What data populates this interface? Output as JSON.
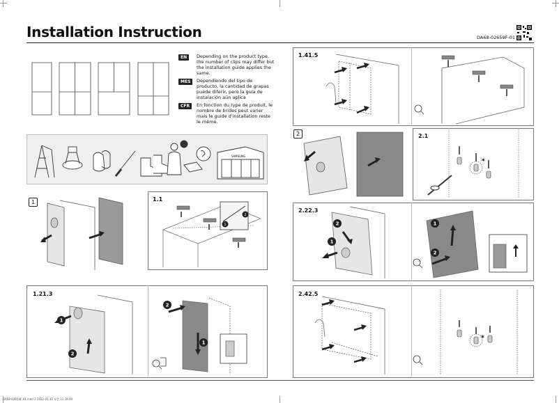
{
  "header": {
    "title": "Installation Instruction",
    "doc_code": "DA68-02659F-01"
  },
  "notes": [
    {
      "lang": "EN",
      "text": "Depending on the product type, the number of clips may differ but the installation guide applies the same."
    },
    {
      "lang": "MES",
      "text": "Dependiendo del tipo de producto, la cantidad de grapas puede diferir, pero la guía de instalación aún aplica"
    },
    {
      "lang": "CFR",
      "text": "En fonction du type de produit, le nombre de brides peut varier mais le guide d'installation reste le même."
    }
  ],
  "tools": {
    "brand": "SAMSUNG"
  },
  "steps": {
    "s1": "1",
    "s1_1": "1.1",
    "s1_21_3": "1.21.3",
    "s1_41_5": "1.41.5",
    "s2": "2",
    "s2_1": "2.1",
    "s2_22_3": "2.22.3",
    "s2_42_5": "2.42.5"
  },
  "callouts": {
    "one": "1",
    "two": "2",
    "star": "*"
  },
  "footer": {
    "text": "DA68-02659F-01.indd   2   2022-01-11   오전 11:39:09"
  }
}
